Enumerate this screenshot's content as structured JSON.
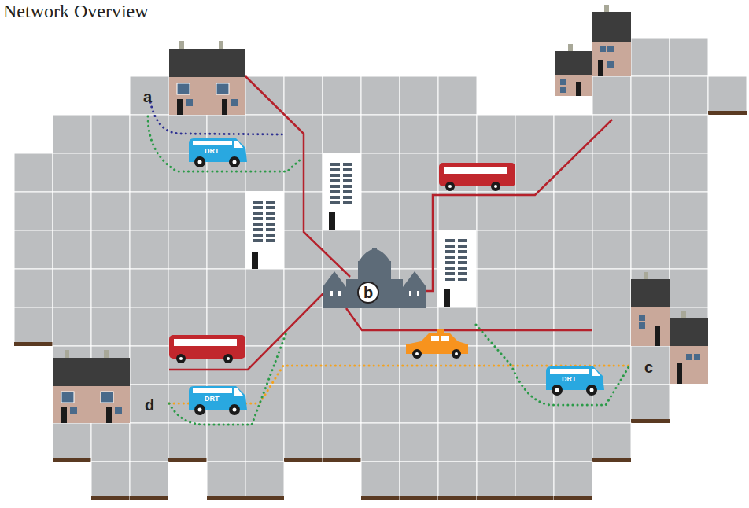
{
  "diagram": {
    "title": "Network Overview",
    "nodes": [
      {
        "text": [
          "b"
        ]
      }
    ],
    "labels": [
      "a",
      "c",
      "d",
      "DRT",
      "DRT",
      "DRT"
    ]
  }
}
